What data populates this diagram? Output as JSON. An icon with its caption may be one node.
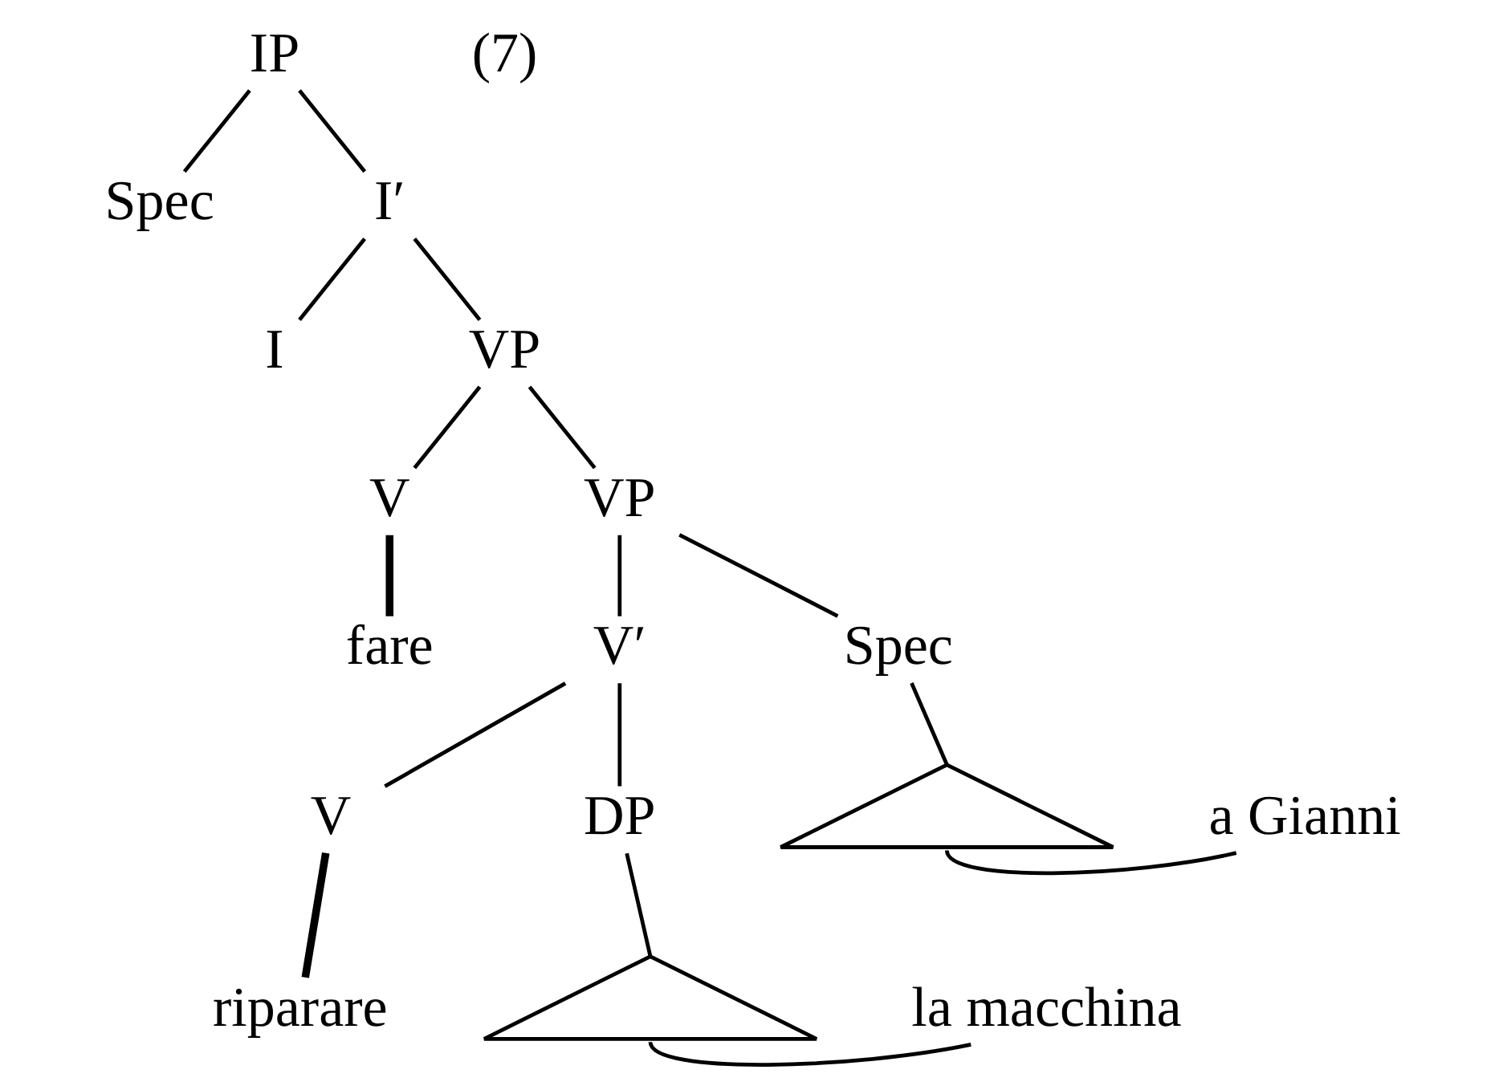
{
  "diagram": {
    "nodes": [
      {
        "text": [
          "IP"
        ]
      },
      {
        "text": [
          "Spec"
        ]
      },
      {
        "text": [
          "I′"
        ]
      },
      {
        "text": [
          "I"
        ]
      },
      {
        "text": [
          "VP"
        ]
      },
      {
        "text": [
          "V"
        ]
      },
      {
        "text": [
          "VP"
        ]
      },
      {
        "text": [
          "fare"
        ]
      },
      {
        "text": [
          "V′"
        ]
      },
      {
        "text": [
          "Spec"
        ]
      },
      {
        "text": [],
        "shape": "triangle"
      },
      {
        "text": [
          "V"
        ]
      },
      {
        "text": [
          "DP"
        ]
      },
      {
        "text": [
          "a Gianni"
        ]
      },
      {
        "text": [],
        "shape": "triangle"
      },
      {
        "text": [
          "riparare"
        ]
      },
      {
        "text": [
          "la macchina"
        ]
      }
    ],
    "edges": [
      {
        "from": 0,
        "to": 1,
        "arrow": "none"
      },
      {
        "from": 0,
        "to": 2,
        "arrow": "none"
      },
      {
        "from": 2,
        "to": 3,
        "arrow": "none"
      },
      {
        "from": 2,
        "to": 4,
        "arrow": "none"
      },
      {
        "from": 4,
        "to": 5,
        "arrow": "none"
      },
      {
        "from": 4,
        "to": 6,
        "arrow": "none"
      },
      {
        "from": 5,
        "to": 7,
        "arrow": "none",
        "style": "thick"
      },
      {
        "from": 6,
        "to": 8,
        "arrow": "none"
      },
      {
        "from": 6,
        "to": 9,
        "arrow": "none"
      },
      {
        "from": 9,
        "to": 10,
        "arrow": "none"
      },
      {
        "from": 10,
        "to": 13,
        "arrow": "none"
      },
      {
        "from": 8,
        "to": 11,
        "arrow": "none"
      },
      {
        "from": 8,
        "to": 12,
        "arrow": "none"
      },
      {
        "from": 12,
        "to": 14,
        "arrow": "none"
      },
      {
        "from": 14,
        "to": 16,
        "arrow": "none"
      },
      {
        "from": 11,
        "to": 15,
        "arrow": "none",
        "style": "thick"
      }
    ],
    "labels": [
      "(7)"
    ]
  }
}
